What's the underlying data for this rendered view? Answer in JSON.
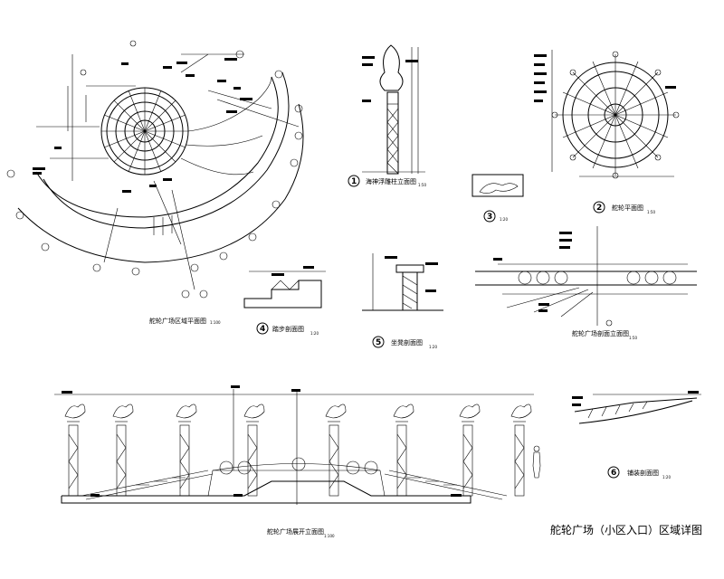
{
  "drawing_title": "舵轮广场（小区入口）区域详图",
  "views": {
    "plan": {
      "caption": "舵轮广场区域平面图",
      "scale": "1:100"
    },
    "d1": {
      "number": "1",
      "caption": "海神浮雕柱立面图",
      "scale": "1:50"
    },
    "d2": {
      "number": "2",
      "caption": "舵轮平面图",
      "scale": "1:50"
    },
    "d3": {
      "number": "3",
      "scale": "1:20"
    },
    "d4": {
      "number": "4",
      "caption": "踏步剖面图",
      "scale": "1:20"
    },
    "d5": {
      "number": "5",
      "caption": "坐凳剖面图",
      "scale": "1:20"
    },
    "d6": {
      "number": "6",
      "caption": "铺装剖面图",
      "scale": "1:20"
    },
    "section": {
      "caption": "舵轮广场剖面立面图",
      "scale": "1:50"
    },
    "elevation": {
      "caption": "舵轮广场展开立面图",
      "scale": "1:100"
    }
  }
}
